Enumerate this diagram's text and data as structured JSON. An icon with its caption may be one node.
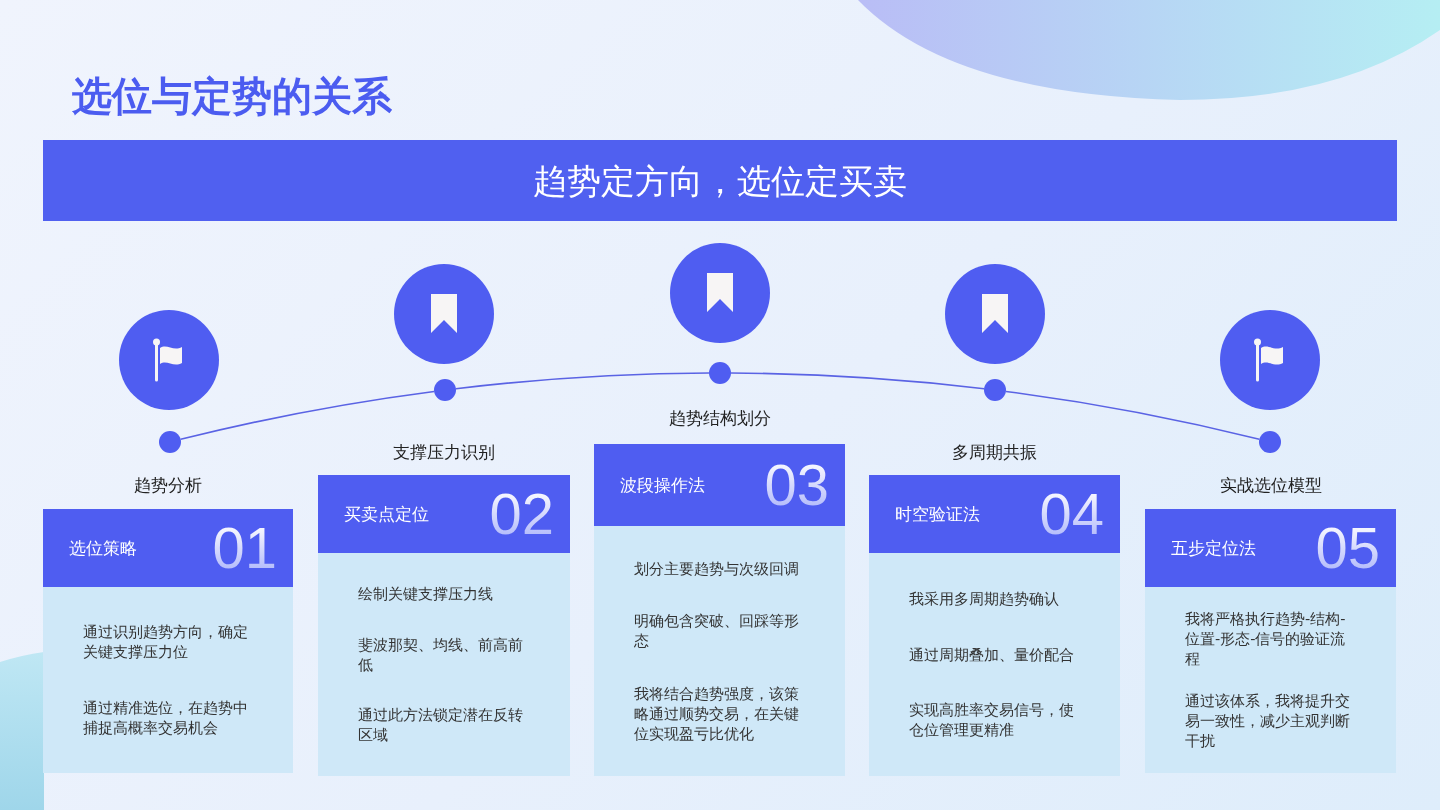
{
  "diagram": {
    "title": "选位与定势的关系",
    "nodes": [
      {
        "text": [
          "趋势定方向，选位定买卖"
        ]
      },
      {
        "text": [
          "趋势分析",
          "通过识别趋势方向，确定关键支撑压力位",
          "通过精准选位，在趋势中捕捉高概率交易机会"
        ]
      },
      {
        "text": [
          "选位策略",
          "01"
        ],
        "in": 1
      },
      {
        "text": [
          "支撑压力识别",
          "绘制关键支撑压力线",
          "斐波那契、均线、前高前低",
          "通过此方法锁定潜在反转区域"
        ]
      },
      {
        "text": [
          "买卖点定位",
          "02"
        ],
        "in": 3
      },
      {
        "text": [
          "趋势结构划分",
          "划分主要趋势与次级回调",
          "明确包含突破、回踩等形态",
          "我将结合趋势强度，该策略通过顺势交易，在关键位实现盈亏比优化"
        ]
      },
      {
        "text": [
          "波段操作法",
          "03"
        ],
        "in": 5
      },
      {
        "text": [
          "多周期共振",
          "我采用多周期趋势确认",
          "通过周期叠加、量价配合",
          "实现高胜率交易信号，使仓位管理更精准"
        ]
      },
      {
        "text": [
          "时空验证法",
          "04"
        ],
        "in": 7
      },
      {
        "text": [
          "实战选位模型",
          "我将严格执行趋势-结构-位置-形态-信号的验证流程",
          "通过该体系，我将提升交易一致性，减少主观判断干扰"
        ]
      },
      {
        "text": [
          "五步定位法",
          "05"
        ],
        "in": 9
      },
      {
        "text": [],
        "shape": "circle"
      },
      {
        "text": [],
        "shape": "circle"
      },
      {
        "text": [],
        "shape": "circle"
      },
      {
        "text": [],
        "shape": "circle"
      },
      {
        "text": [],
        "shape": "circle"
      }
    ],
    "edges": [
      {
        "from": 11,
        "to": 12,
        "arrow": "none"
      },
      {
        "from": 12,
        "to": 13,
        "arrow": "none"
      },
      {
        "from": 13,
        "to": 14,
        "arrow": "none"
      },
      {
        "from": 14,
        "to": 15,
        "arrow": "none"
      }
    ]
  }
}
